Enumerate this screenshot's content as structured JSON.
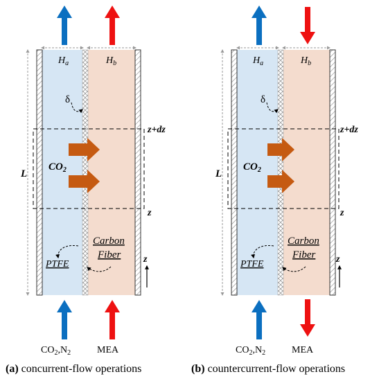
{
  "panels": [
    {
      "id": "a",
      "ha": "H",
      "ha_sub": "a",
      "hb": "H",
      "hb_sub": "b",
      "delta": "δ",
      "zdz": "z+dz",
      "z": "z",
      "L": "L",
      "co2": "CO",
      "co2_sub": "2",
      "ptfe": "PTFE",
      "carbon": "Carbon",
      "fiber": "Fiber",
      "z_axis": "z",
      "bottom_left": "CO",
      "bottom_left_sub": "2",
      "bottom_left_rest": ",N",
      "bottom_left_sub2": "2",
      "bottom_right": "MEA",
      "caption_bold": "(a)",
      "caption": " concurrent-flow operations",
      "mea_direction": "up"
    },
    {
      "id": "b",
      "ha": "H",
      "ha_sub": "a",
      "hb": "H",
      "hb_sub": "b",
      "delta": "δ",
      "zdz": "z+dz",
      "z": "z",
      "L": "L",
      "co2": "CO",
      "co2_sub": "2",
      "ptfe": "PTFE",
      "carbon": "Carbon",
      "fiber": "Fiber",
      "z_axis": "z",
      "bottom_left": "CO",
      "bottom_left_sub": "2",
      "bottom_left_rest": ",N",
      "bottom_left_sub2": "2",
      "bottom_right": "MEA",
      "caption_bold": "(b)",
      "caption": " countercurrent-flow operations",
      "mea_direction": "down"
    }
  ],
  "colors": {
    "gas_channel": "#d6e6f4",
    "liquid_channel": "#f4dcce",
    "blue_arrow": "#0b6fc0",
    "red_arrow": "#ee1111",
    "flux_arrow": "#c55a11",
    "wall": "#555555"
  }
}
